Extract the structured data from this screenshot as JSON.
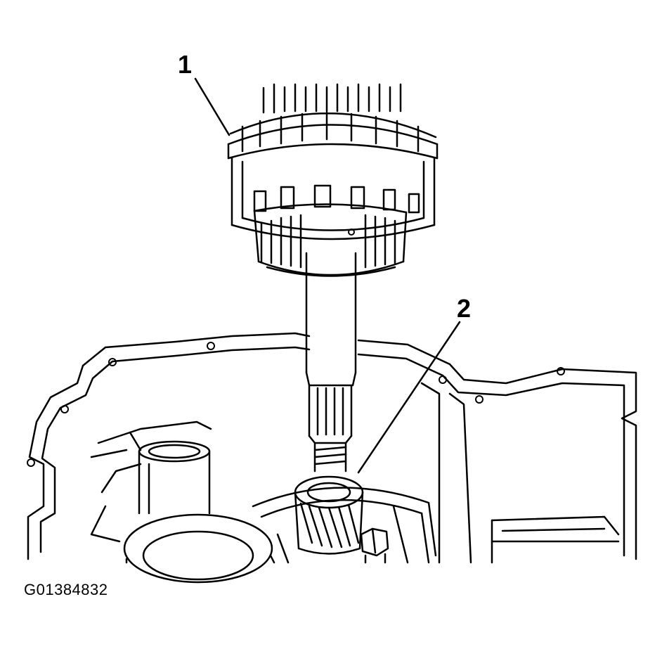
{
  "callouts": [
    {
      "number": "1"
    },
    {
      "number": "2"
    }
  ],
  "figure_id": "G01384832",
  "colors": {
    "ink": "#000000",
    "paper": "#ffffff"
  }
}
